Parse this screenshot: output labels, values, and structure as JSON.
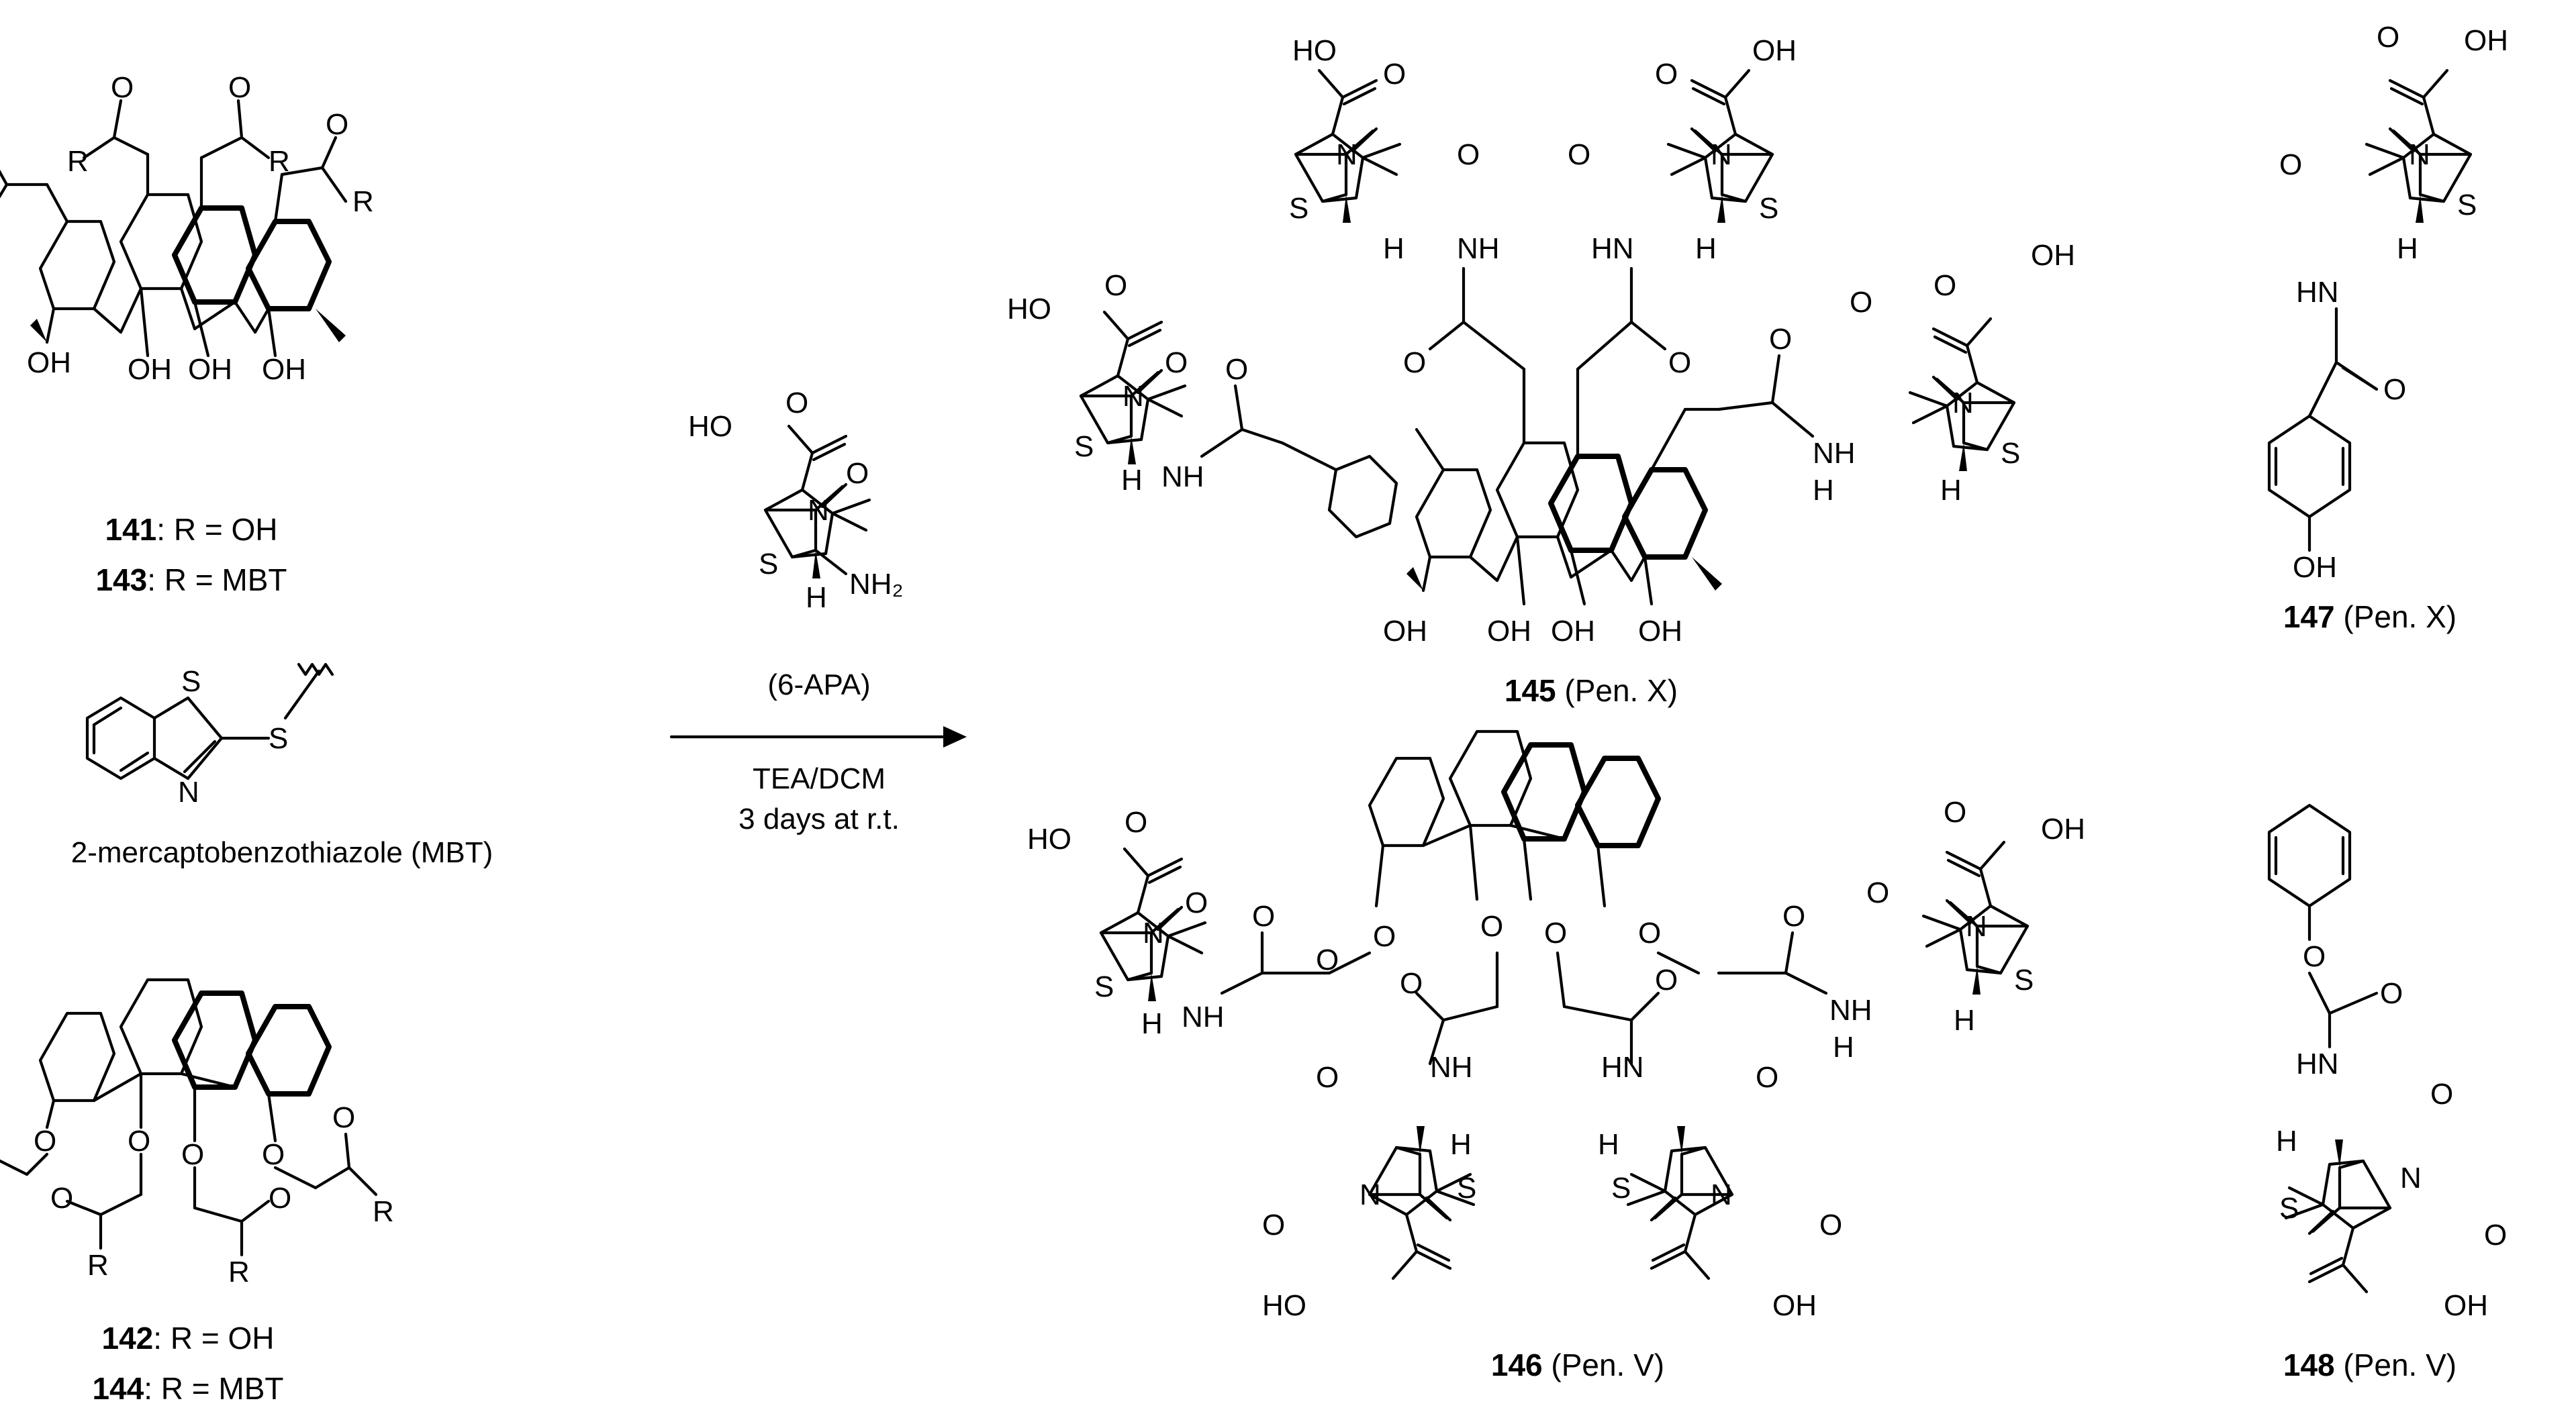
{
  "compounds": {
    "c141": {
      "number": "141",
      "rest": ": R = OH"
    },
    "c143": {
      "number": "143",
      "rest": ": R = MBT"
    },
    "c142": {
      "number": "142",
      "rest": ": R = OH"
    },
    "c144": {
      "number": "144",
      "rest": ": R = MBT"
    },
    "c145": {
      "number": "145",
      "rest": " (Pen. X)"
    },
    "c146": {
      "number": "146",
      "rest": " (Pen. V)"
    },
    "c147": {
      "number": "147",
      "rest": " (Pen. X)"
    },
    "c148": {
      "number": "148",
      "rest": " (Pen. V)"
    }
  },
  "mbt": {
    "name": "2-mercaptobenzothiazole (MBT)"
  },
  "reagent": {
    "name": "(6-APA)"
  },
  "conditions": {
    "line1": "TEA/DCM",
    "line2": "3 days at r.t."
  },
  "atoms": {
    "R": "R",
    "O": "O",
    "OH": "OH",
    "HO": "HO",
    "S": "S",
    "N": "N",
    "H": "H",
    "NH": "NH",
    "HN": "HN",
    "NH2": "NH₂"
  }
}
